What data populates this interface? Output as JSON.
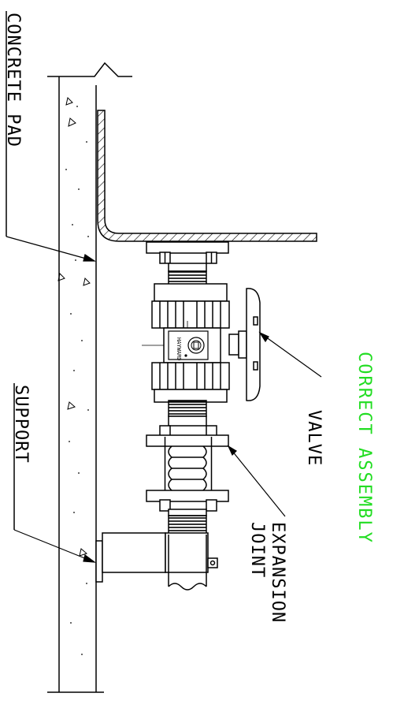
{
  "labels": {
    "concrete_pad": "CONCRETE PAD",
    "support": "SUPPORT",
    "valve": "VALVE",
    "expansion": "EXPANSION",
    "joint": "JOINT",
    "correct_assembly": "CORRECT ASSEMBLY",
    "valve_brand": "HAYWARD"
  },
  "colors": {
    "line": "#000000",
    "accent": "#22dd22",
    "background": "#ffffff"
  }
}
